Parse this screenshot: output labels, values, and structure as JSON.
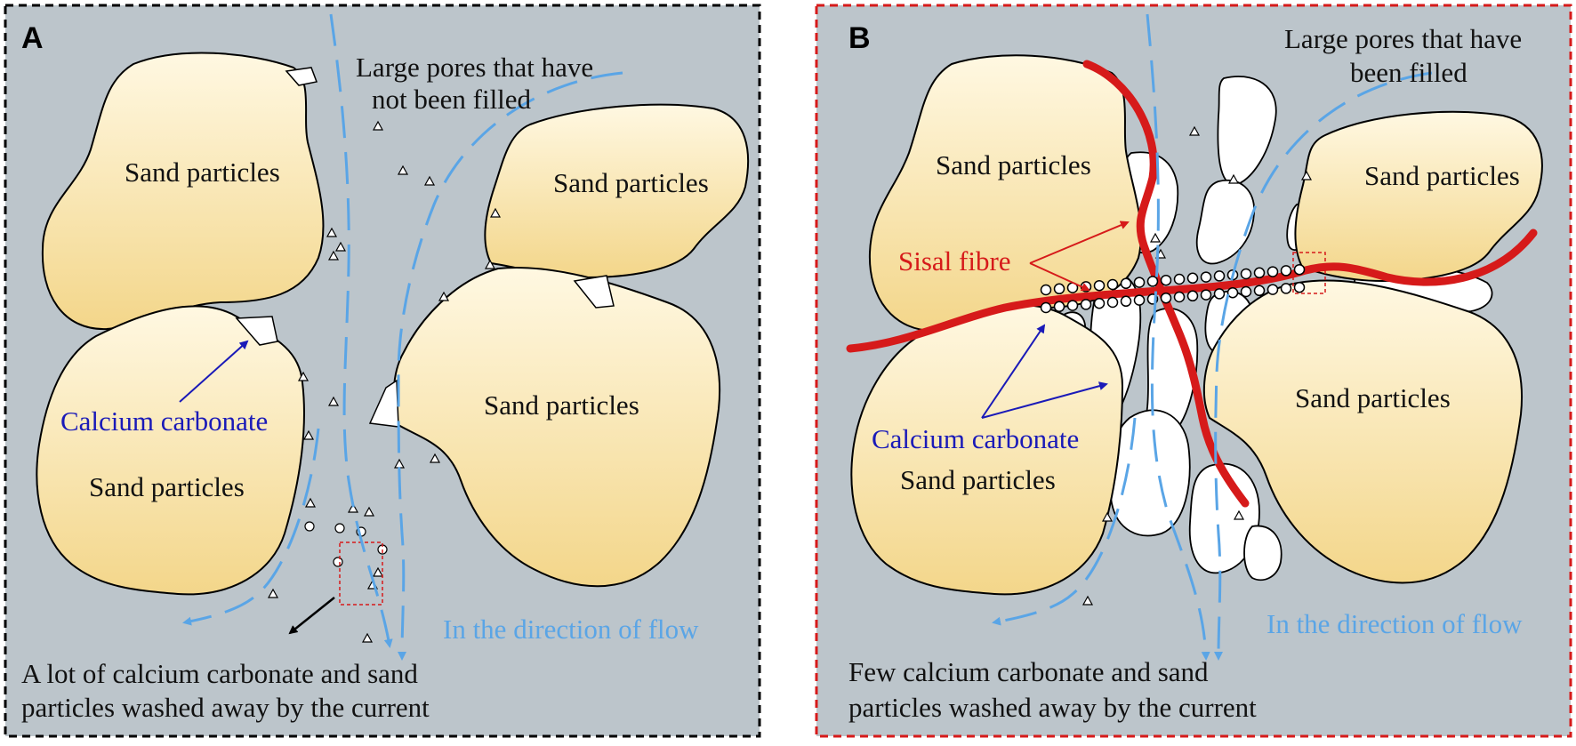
{
  "colors": {
    "background": "#bcc5cb",
    "sand_fill_light": "#fff6dc",
    "sand_fill_dark": "#f3d68a",
    "flow_line": "#5aa5e6",
    "calcium_label": "#1a1ab8",
    "fibre": "#d61a1a",
    "panel_a_border": "#000000",
    "panel_b_border": "#d61a1a"
  },
  "panel_a": {
    "letter": "A",
    "pores_label": [
      "Large pores that have",
      "not been filled"
    ],
    "sand_labels": [
      "Sand particles",
      "Sand particles",
      "Sand particles",
      "Sand particles"
    ],
    "calcium_label": "Calcium carbonate",
    "flow_label": "In the direction of flow",
    "caption": [
      "A lot of calcium carbonate and sand",
      "particles washed away by the current"
    ]
  },
  "panel_b": {
    "letter": "B",
    "pores_label": [
      "Large pores that have",
      "been filled"
    ],
    "sand_labels": [
      "Sand particles",
      "Sand particles",
      "Sand particles",
      "Sand particles"
    ],
    "fibre_label": "Sisal fibre",
    "calcium_label": "Calcium carbonate",
    "flow_label": "In the direction of flow",
    "caption": [
      "Few calcium carbonate and sand",
      "particles washed away by the current"
    ]
  }
}
